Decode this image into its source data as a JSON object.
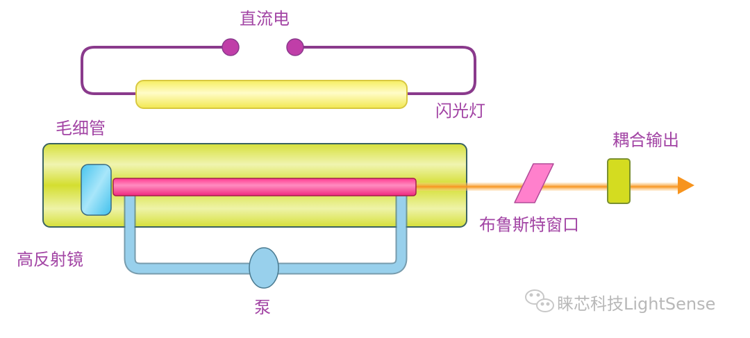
{
  "labels": {
    "dc_power": "直流电",
    "flash_lamp": "闪光灯",
    "capillary": "毛细管",
    "high_reflector": "高反射镜",
    "pump": "泵",
    "brewster_window": "布鲁斯特窗口",
    "output_coupler": "耦合输出"
  },
  "watermark": {
    "text": "睐芯科技LightSense",
    "icon": "wechat-icon"
  },
  "colors": {
    "label": "#a244a4",
    "circuit": "#8a3a8c",
    "terminal": "#c03ea8",
    "lamp": "#fbf48a",
    "capillary": "#d6e03a",
    "mirror": "#50c8f0",
    "rod": "#ff3a90",
    "coolant": "#98d0ec",
    "beam": "#f79a20",
    "brewster": "#ff80cc",
    "coupler": "#d4dc20"
  }
}
